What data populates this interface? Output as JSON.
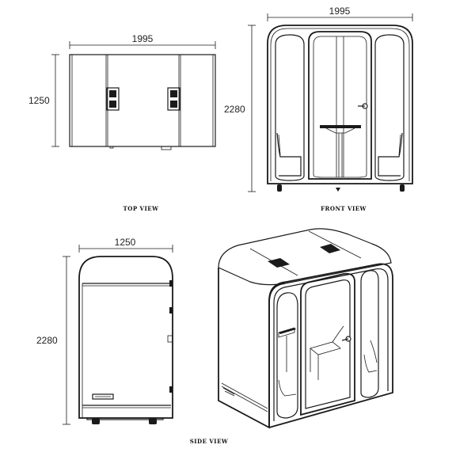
{
  "views": {
    "top": {
      "caption": "TOP VIEW",
      "width_label": "1995",
      "depth_label": "1250"
    },
    "front": {
      "caption": "FRONT VIEW",
      "width_label": "1995",
      "height_label": "2280"
    },
    "side": {
      "caption": "SIDE VIEW",
      "depth_label": "1250",
      "height_label": "2280"
    }
  }
}
